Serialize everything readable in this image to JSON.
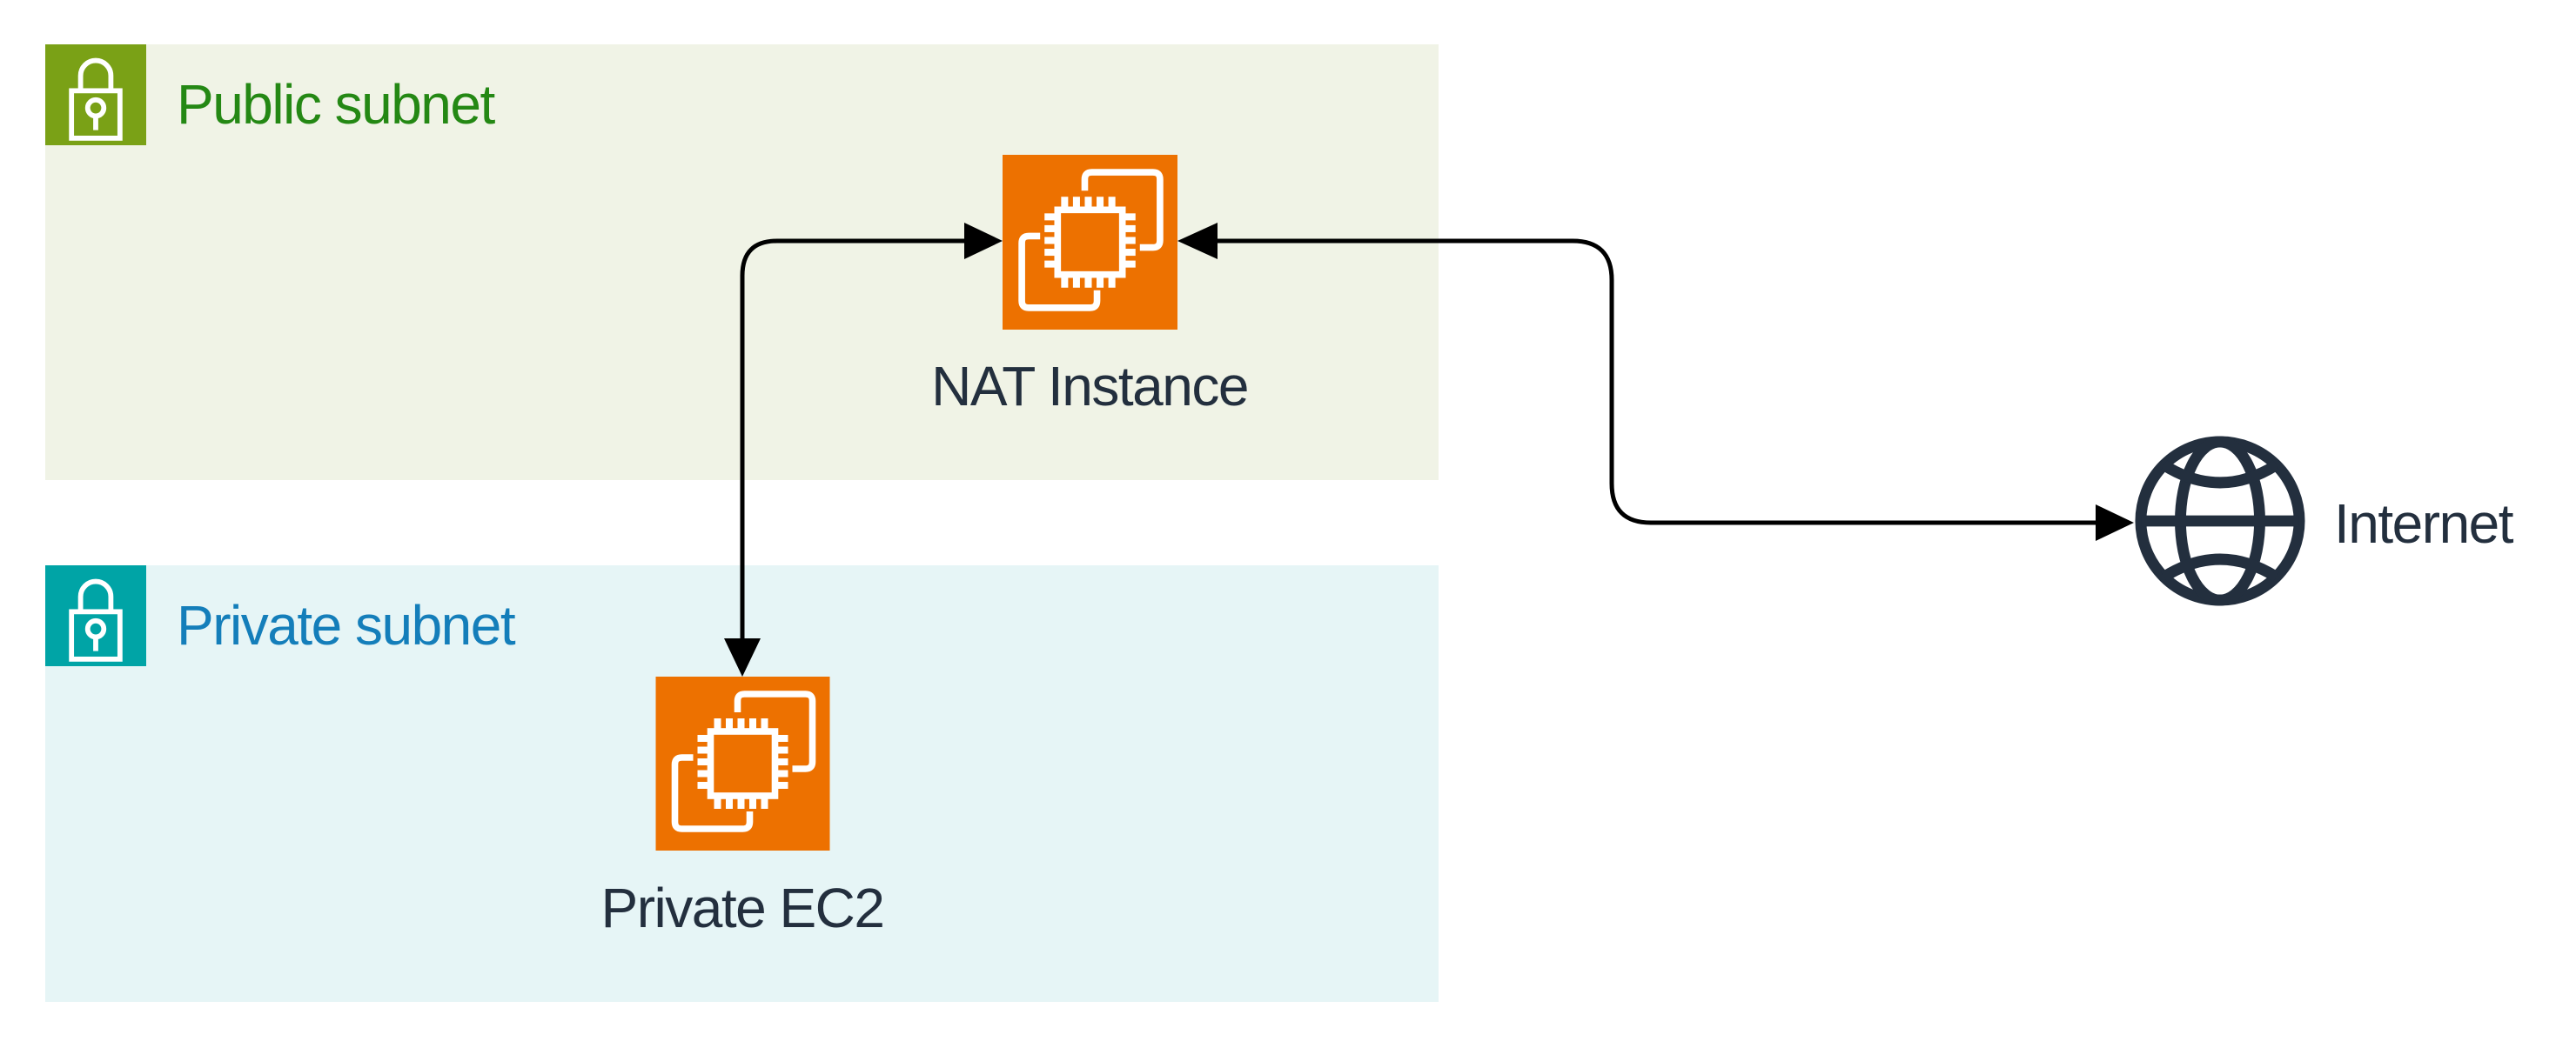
{
  "diagram": {
    "public_subnet": {
      "label": "Public subnet"
    },
    "private_subnet": {
      "label": "Private subnet"
    },
    "nodes": {
      "nat_instance": {
        "label": "NAT Instance"
      },
      "private_ec2": {
        "label": "Private EC2"
      },
      "internet": {
        "label": "Internet"
      }
    },
    "icons": {
      "public_subnet_badge": "lock-icon",
      "private_subnet_badge": "lock-icon",
      "nat_instance": "ec2-instance-icon",
      "private_ec2": "ec2-instance-icon",
      "internet": "globe-icon"
    },
    "connections": [
      {
        "from": "private_ec2",
        "to": "nat_instance",
        "bidirectional": true
      },
      {
        "from": "nat_instance",
        "to": "internet",
        "bidirectional": true
      }
    ]
  },
  "colors": {
    "canvas-bg": "#FFFFFF",
    "public-subnet-fill": "#F0F3E6",
    "public-subnet-accent": "#7AA116",
    "public-subnet-text": "#248814",
    "private-subnet-fill": "#E6F5F6",
    "private-subnet-accent": "#00A4A6",
    "private-subnet-text": "#147EBA",
    "node-orange": "#ED7100",
    "icon-glyph-white": "#FFFFFF",
    "label-navy": "#232F3E",
    "connector": "#000000"
  }
}
